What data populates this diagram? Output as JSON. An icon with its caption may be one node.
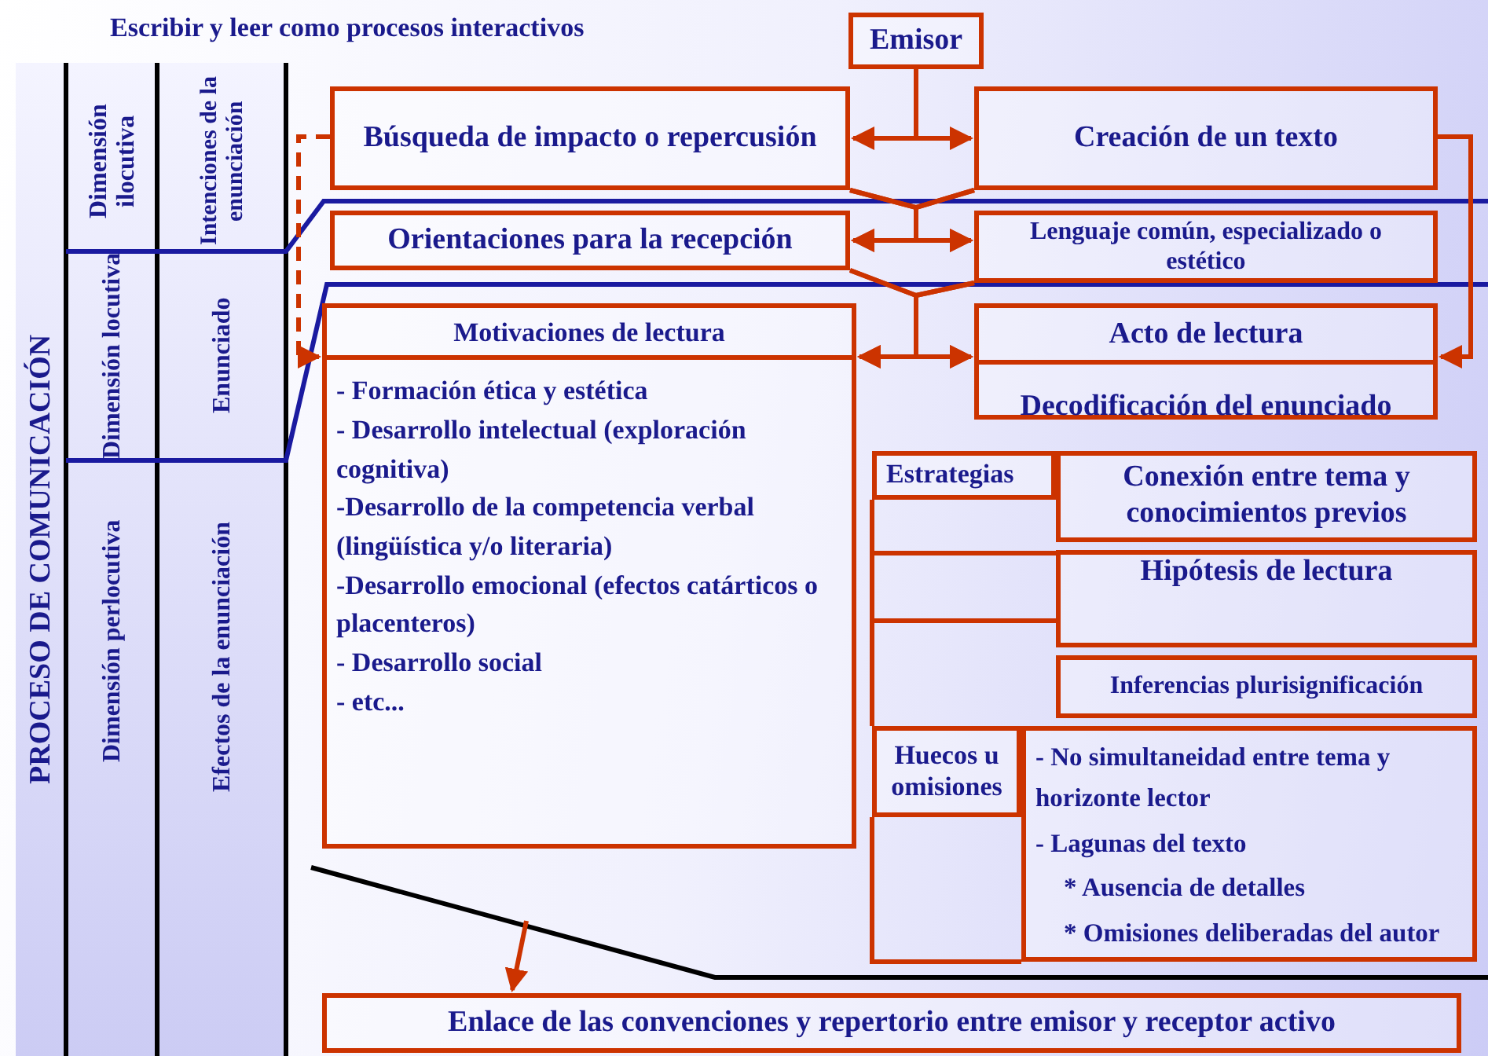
{
  "diagram": {
    "title": "Escribir y leer como procesos interactivos",
    "nodes": [
      {
        "text": [
          "Emisor"
        ]
      },
      {
        "text": [
          "Búsqueda de impacto o repercusión"
        ]
      },
      {
        "text": [
          "Creación de un texto"
        ]
      },
      {
        "text": [
          "Orientaciones para la recepción"
        ]
      },
      {
        "text": [
          "Lenguaje común, especializado o estético"
        ]
      },
      {
        "text": [
          "Motivaciones de lectura",
          "- Formación ética y estética",
          "- Desarrollo intelectual (exploración cognitiva)",
          "-Desarrollo de la competencia verbal (lingüística y/o literaria)",
          "-Desarrollo emocional (efectos catárticos o placenteros)",
          "- Desarrollo social",
          "- etc..."
        ]
      },
      {
        "text": [
          "Acto de lectura",
          "Decodificación del enunciado"
        ]
      },
      {
        "text": [
          "Estrategias"
        ]
      },
      {
        "text": [
          "Conexión entre tema y conocimientos previos"
        ]
      },
      {
        "text": [
          "Hipótesis de lectura"
        ]
      },
      {
        "text": [
          "Inferencias plurisignificación"
        ]
      },
      {
        "text": [
          "Huecos u omisiones"
        ]
      },
      {
        "text": [
          "- No simultaneidad entre tema y horizonte lector",
          "- Lagunas del texto",
          "* Ausencia de detalles",
          "* Omisiones deliberadas del autor"
        ]
      },
      {
        "text": [
          "Enlace de las convenciones y repertorio entre emisor y receptor activo"
        ]
      }
    ],
    "edges": [
      {
        "from": 0,
        "to": 1,
        "arrow": "to"
      },
      {
        "from": 0,
        "to": 2,
        "arrow": "to"
      },
      {
        "from": 1,
        "to": 3,
        "arrow": "to"
      },
      {
        "from": 1,
        "to": 4,
        "arrow": "to"
      },
      {
        "from": 2,
        "to": 3,
        "arrow": "to"
      },
      {
        "from": 2,
        "to": 4,
        "arrow": "to"
      },
      {
        "from": 3,
        "to": 5,
        "arrow": "to"
      },
      {
        "from": 3,
        "to": 6,
        "arrow": "to"
      },
      {
        "from": 4,
        "to": 5,
        "arrow": "to"
      },
      {
        "from": 4,
        "to": 6,
        "arrow": "to"
      },
      {
        "from": 1,
        "to": 5,
        "arrow": "to",
        "style": "dashed"
      },
      {
        "from": 2,
        "to": 6,
        "arrow": "to"
      },
      {
        "from": null,
        "to": 13,
        "arrow": "to"
      }
    ],
    "labels": [
      "PROCESO DE COMUNICACIÓN",
      "Dimensión ilocutiva",
      "Intenciones de la enunciación",
      "Dimensión locutiva",
      "Enunciado",
      "Dimensión perlocutiva",
      "Efectos de la enunciación"
    ]
  }
}
